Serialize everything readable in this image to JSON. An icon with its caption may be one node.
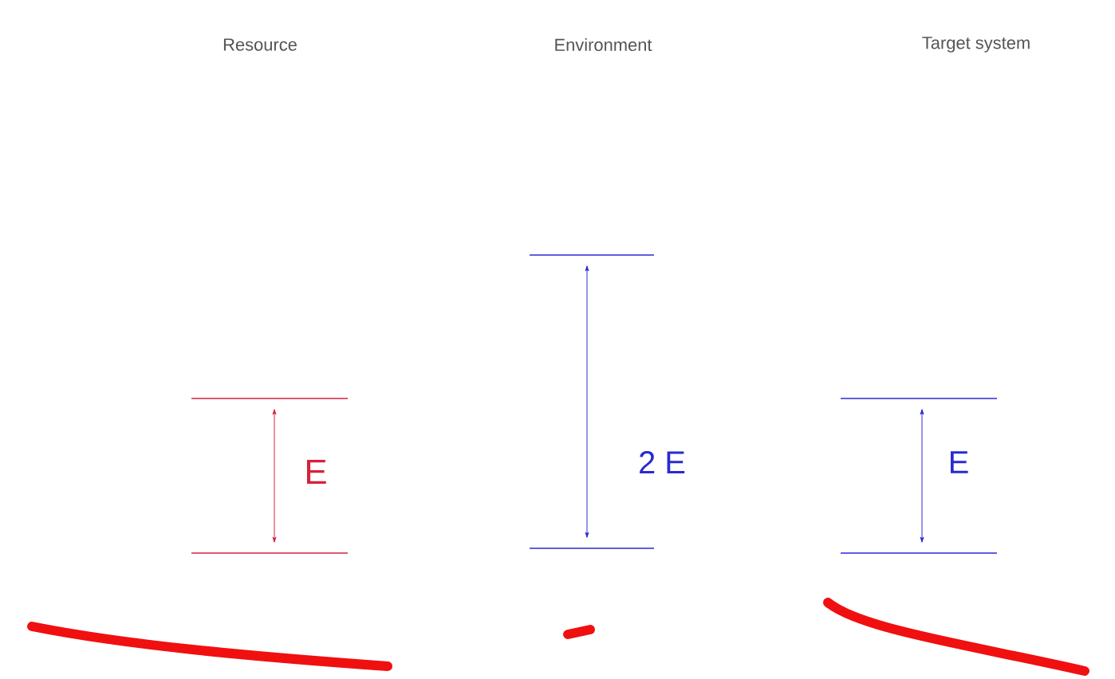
{
  "diagram": {
    "labels": [
      "Resource",
      "Environment",
      "Target system",
      "E",
      "2 E",
      "E"
    ]
  }
}
